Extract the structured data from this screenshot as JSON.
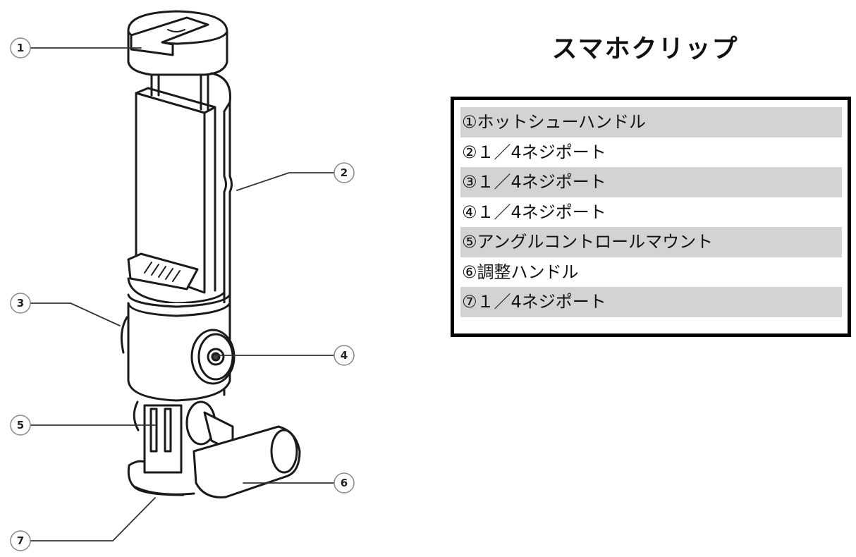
{
  "title": "スマホクリップ",
  "callouts": [
    {
      "number": "1"
    },
    {
      "number": "2"
    },
    {
      "number": "3"
    },
    {
      "number": "4"
    },
    {
      "number": "5"
    },
    {
      "number": "6"
    },
    {
      "number": "7"
    }
  ],
  "parts": [
    {
      "label": "①ホットシューハンドル",
      "shaded": true
    },
    {
      "label": "②１／4ネジポート",
      "shaded": false
    },
    {
      "label": "③１／4ネジポート",
      "shaded": true
    },
    {
      "label": "④１／4ネジポート",
      "shaded": false
    },
    {
      "label": "⑤アングルコントロールマウント",
      "shaded": true
    },
    {
      "label": "⑥調整ハンドル",
      "shaded": false
    },
    {
      "label": "⑦１／4ネジポート",
      "shaded": true
    }
  ],
  "colors": {
    "row_shade": "#d3d3d3",
    "border": "#000000"
  }
}
